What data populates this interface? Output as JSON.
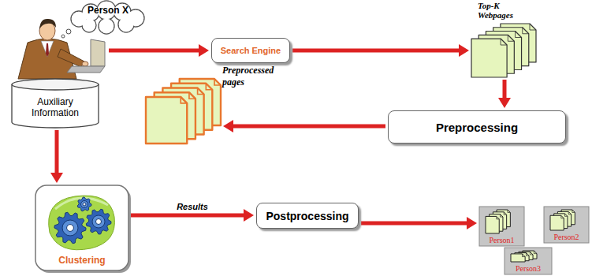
{
  "diagram": {
    "nodes": [
      {
        "text": [
          "Person X"
        ]
      },
      {
        "text": [
          "Search Engine"
        ]
      },
      {
        "text": [
          "Top-K Webpages"
        ]
      },
      {
        "text": [
          "Preprocessing"
        ]
      },
      {
        "text": [
          "Preprocessed pages"
        ]
      },
      {
        "text": [
          "Auxiliary Information"
        ]
      },
      {
        "text": [
          "Clustering"
        ]
      },
      {
        "text": [
          "Postprocessing"
        ]
      },
      {
        "text": [
          "Person1"
        ]
      },
      {
        "text": [
          "Person2"
        ]
      },
      {
        "text": [
          "Person3"
        ]
      }
    ],
    "edges": [
      {
        "from": 0,
        "to": 1,
        "arrow": "to"
      },
      {
        "from": 1,
        "to": 2,
        "arrow": "to"
      },
      {
        "from": 2,
        "to": 3,
        "arrow": "to"
      },
      {
        "from": 3,
        "to": 4,
        "arrow": "to"
      },
      {
        "from": 5,
        "to": 6,
        "arrow": "to"
      },
      {
        "from": 6,
        "to": 7,
        "label": "Results",
        "arrow": "to"
      },
      {
        "from": 7,
        "to": 8,
        "arrow": "to"
      }
    ]
  }
}
